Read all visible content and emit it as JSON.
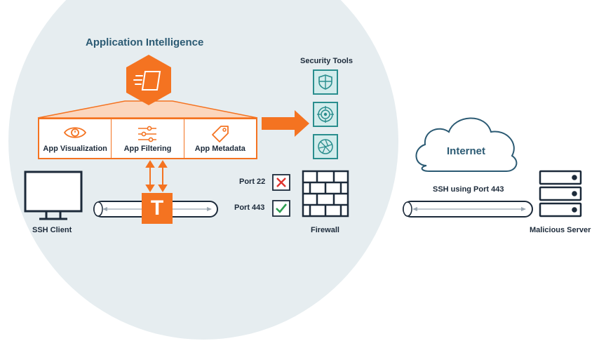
{
  "diagram": {
    "title": "Application Intelligence",
    "security_tools_label": "Security Tools",
    "panel_items": [
      {
        "label": "App Visualization",
        "icon": "eye-icon"
      },
      {
        "label": "App Filtering",
        "icon": "sliders-icon"
      },
      {
        "label": "App Metadata",
        "icon": "tag-icon"
      }
    ],
    "tools": [
      {
        "icon": "shield-icon"
      },
      {
        "icon": "target-icon"
      },
      {
        "icon": "aperture-icon"
      }
    ],
    "ports": [
      {
        "label": "Port 22",
        "status": "blocked",
        "icon": "x-icon"
      },
      {
        "label": "Port 443",
        "status": "allowed",
        "icon": "check-icon"
      }
    ],
    "ssh_client_label": "SSH Client",
    "firewall_label": "Firewall",
    "internet_label": "Internet",
    "ssh_port_label": "SSH using Port 443",
    "server_label": "Malicious Server",
    "tap_letter": "T",
    "colors": {
      "orange": "#f47321",
      "navy": "#1c2a3a",
      "teal": "#2a8e8e",
      "circle": "#e6edf0",
      "title": "#2b5a73"
    }
  }
}
